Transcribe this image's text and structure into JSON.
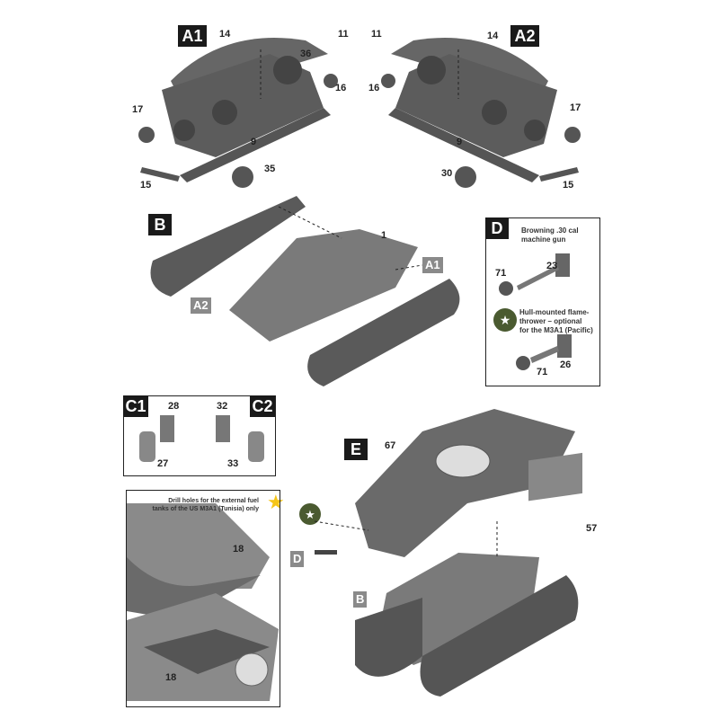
{
  "steps": {
    "a1": "A1",
    "a2": "A2",
    "b": "B",
    "c1": "C1",
    "c2": "C2",
    "d": "D",
    "e": "E"
  },
  "subassembly_tags": {
    "b_a1": "A1",
    "b_a2": "A2",
    "e_d": "D",
    "e_b": "B"
  },
  "part_numbers": {
    "a1": [
      "14",
      "11",
      "36",
      "16",
      "17",
      "9",
      "35",
      "15"
    ],
    "a2": [
      "11",
      "14",
      "16",
      "17",
      "9",
      "30",
      "15"
    ],
    "b": [
      "1"
    ],
    "c1": [
      "28",
      "27"
    ],
    "c2": [
      "32",
      "33"
    ],
    "drill": [
      "18",
      "18"
    ],
    "d": [
      "71",
      "23",
      "71",
      "26"
    ],
    "e": [
      "67",
      "57"
    ]
  },
  "notes": {
    "d_mg": "Browning .30 cal machine gun",
    "d_flame": "Hull-mounted flame-thrower – optional for the M3A1 (Pacific)",
    "drill": "Drill holes for the external fuel tanks of the US M3A1 (Tunisia) only"
  },
  "colors": {
    "part": "#6e6e6e",
    "part_dark": "#4a4a4a",
    "star_badge": "#4a5a30",
    "star": "#f5c518"
  }
}
